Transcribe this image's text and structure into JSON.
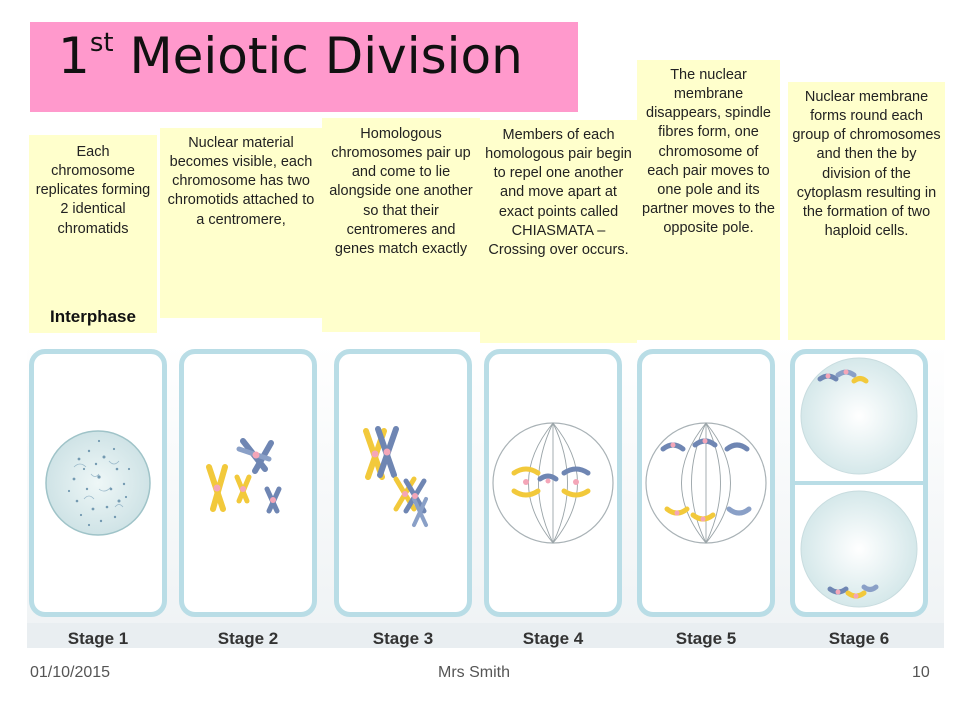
{
  "slide": {
    "title_main": "1",
    "title_sup": "st",
    "title_rest": " Meiotic Division"
  },
  "notes": [
    {
      "text": "Each chromosome replicates forming 2 identical chromatids",
      "label": "Interphase"
    },
    {
      "text": "Nuclear material becomes visible, each chromosome has two chromotids attached to a centromere,"
    },
    {
      "text": "Homologous chromosomes pair up and come to lie alongside one another so that their centromeres and genes match exactly"
    },
    {
      "text": "Members of each homologous pair begin to repel one another and move apart at exact points called CHIASMATA – Crossing over occurs."
    },
    {
      "text": "The nuclear membrane disappears, spindle fibres form, one chromosome of each pair moves to one pole and its partner moves to the opposite pole."
    },
    {
      "text": "Nuclear membrane forms round each group of chromosomes and then the by division of the cytoplasm resulting in the formation of two haploid cells."
    }
  ],
  "stages": [
    "Stage 1",
    "Stage 2",
    "Stage 3",
    "Stage 4",
    "Stage 5",
    "Stage 6"
  ],
  "footer": {
    "date": "01/10/2015",
    "author": "Mrs Smith",
    "page": "10"
  },
  "colors": {
    "title_bg": "#ff99cc",
    "note_bg": "#ffffcc",
    "card_border": "#b9dde6",
    "chromosome_yellow": "#f2c93b",
    "chromosome_blue": "#6f86b3",
    "centromere_pink": "#f4a6b8"
  }
}
